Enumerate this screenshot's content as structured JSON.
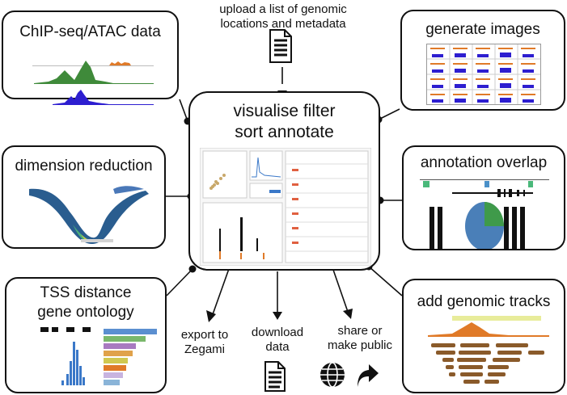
{
  "upload": {
    "line1": "upload a list of genomic",
    "line2": "locations and metadata"
  },
  "center": {
    "line1": "visualise filter",
    "line2": "sort annotate"
  },
  "boxes": {
    "chip": "ChIP-seq/ATAC data",
    "generate": "generate images",
    "dimred": "dimension reduction",
    "annot": "annotation overlap",
    "tss_line1": "TSS distance",
    "tss_line2": "gene ontology",
    "tracks": "add genomic tracks"
  },
  "exports": {
    "export_line1": "export to",
    "export_line2": "Zegami",
    "download_line1": "download",
    "download_line2": "data",
    "share_line1": "share or",
    "share_line2": "make public"
  },
  "colors": {
    "green": "#3f8a3a",
    "blue": "#2d1ed0",
    "orange": "#e07a28",
    "brown": "#8a5a2a"
  }
}
